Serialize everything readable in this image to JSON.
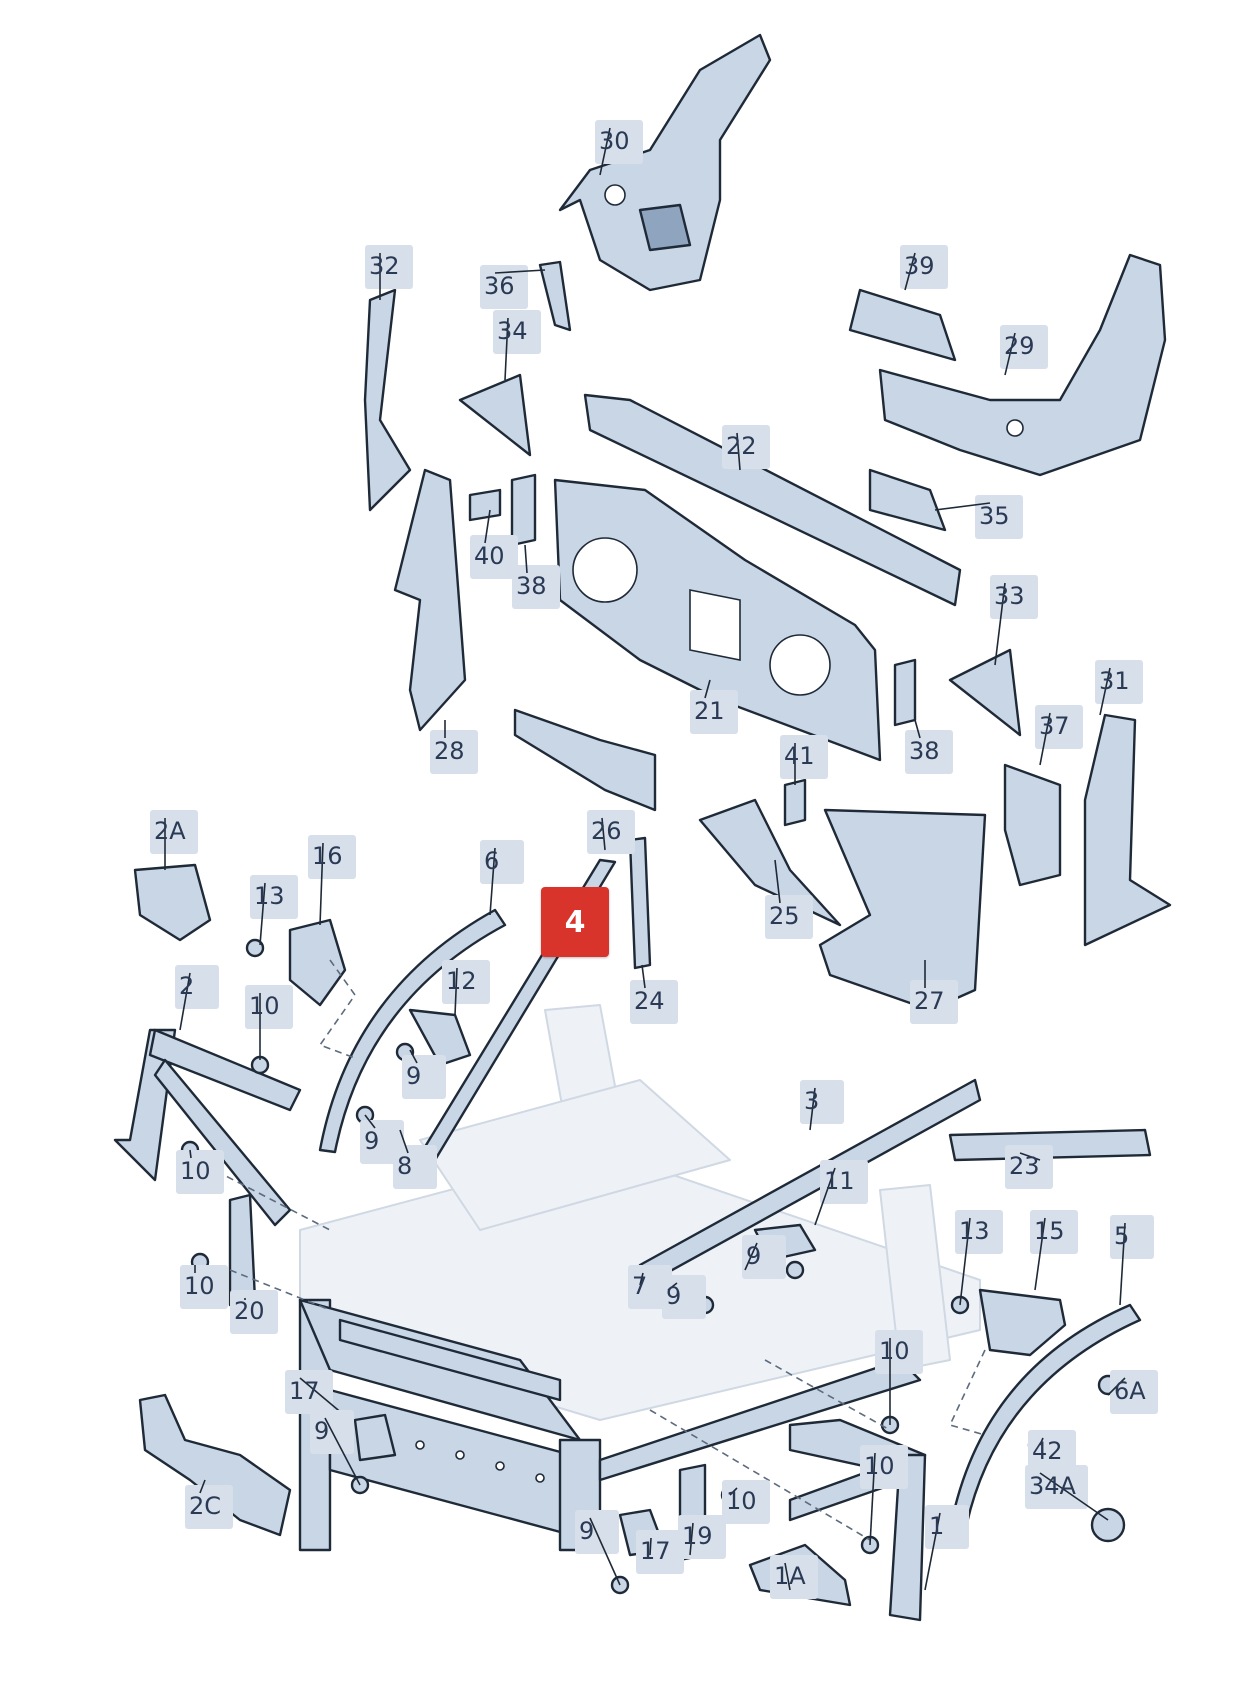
{
  "highlighted": "4",
  "labels": [
    "30",
    "36",
    "32",
    "34",
    "39",
    "29",
    "22",
    "35",
    "40",
    "38",
    "21",
    "33",
    "28",
    "38",
    "31",
    "41",
    "37",
    "2A",
    "26",
    "16",
    "13",
    "6",
    "25",
    "27",
    "24",
    "12",
    "2",
    "10",
    "9",
    "3",
    "23",
    "9",
    "8",
    "10",
    "11",
    "13",
    "15",
    "5",
    "10",
    "9",
    "7",
    "9",
    "20",
    "10",
    "6A",
    "17",
    "42",
    "9",
    "2C",
    "10",
    "34A",
    "10",
    "9",
    "17",
    "19",
    "1",
    "1A"
  ],
  "colors": {
    "highlight": "#d9342b",
    "label_bg": "#d7dfeb",
    "part_fill": "#c9d6e6"
  }
}
